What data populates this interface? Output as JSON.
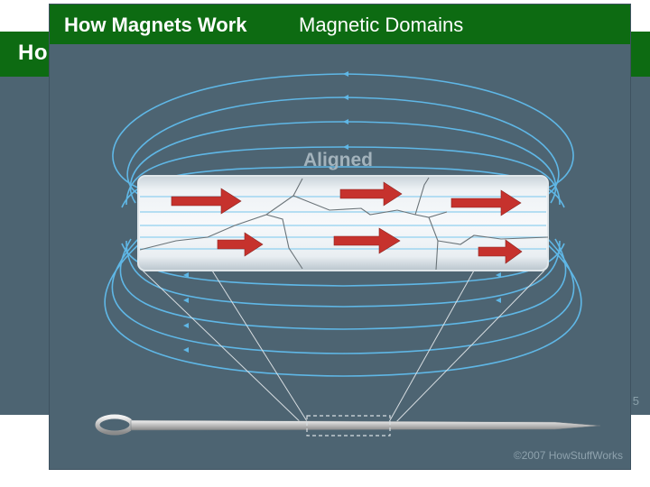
{
  "back_slide": {
    "title": "Ho",
    "corner_text": "5"
  },
  "slide": {
    "title_main": "How Magnets Work",
    "title_sub": "Magnetic Domains",
    "bar_label": "Aligned",
    "copyright": "©2007 HowStuffWorks"
  },
  "colors": {
    "header_green": "#0d6b12",
    "background": "#4d6472",
    "field_lines": "#5fb7e6",
    "arrows": "#c6322d"
  },
  "domain_arrows": {
    "count": 6,
    "direction": "right"
  }
}
